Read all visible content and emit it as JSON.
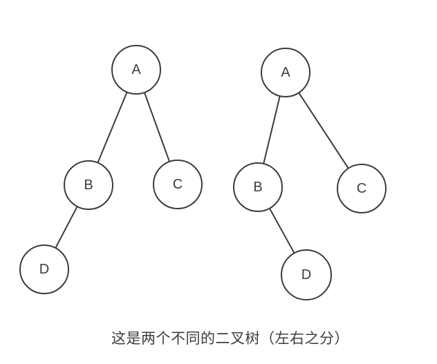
{
  "caption": {
    "text": "这是两个不同的二叉树（左右之分）",
    "color": "#3d3d3d"
  },
  "diagram": {
    "stroke_color": "#3b3b3b",
    "node_fill": "#ffffff",
    "label_color": "#3b3b3b",
    "highlight_color": "#fb2d2d",
    "background": "#ffffff",
    "trees": [
      {
        "name": "left-tree",
        "nodes": [
          {
            "label": "A"
          },
          {
            "label": "B"
          },
          {
            "label": "C"
          },
          {
            "label": "D",
            "highlighted": true
          }
        ],
        "edges": [
          "A-B",
          "A-C",
          "B-D"
        ]
      },
      {
        "name": "right-tree",
        "nodes": [
          {
            "label": "A"
          },
          {
            "label": "B"
          },
          {
            "label": "C"
          },
          {
            "label": "D",
            "highlighted": true
          }
        ],
        "edges": [
          "A-B",
          "A-C",
          "B-D"
        ]
      }
    ]
  }
}
